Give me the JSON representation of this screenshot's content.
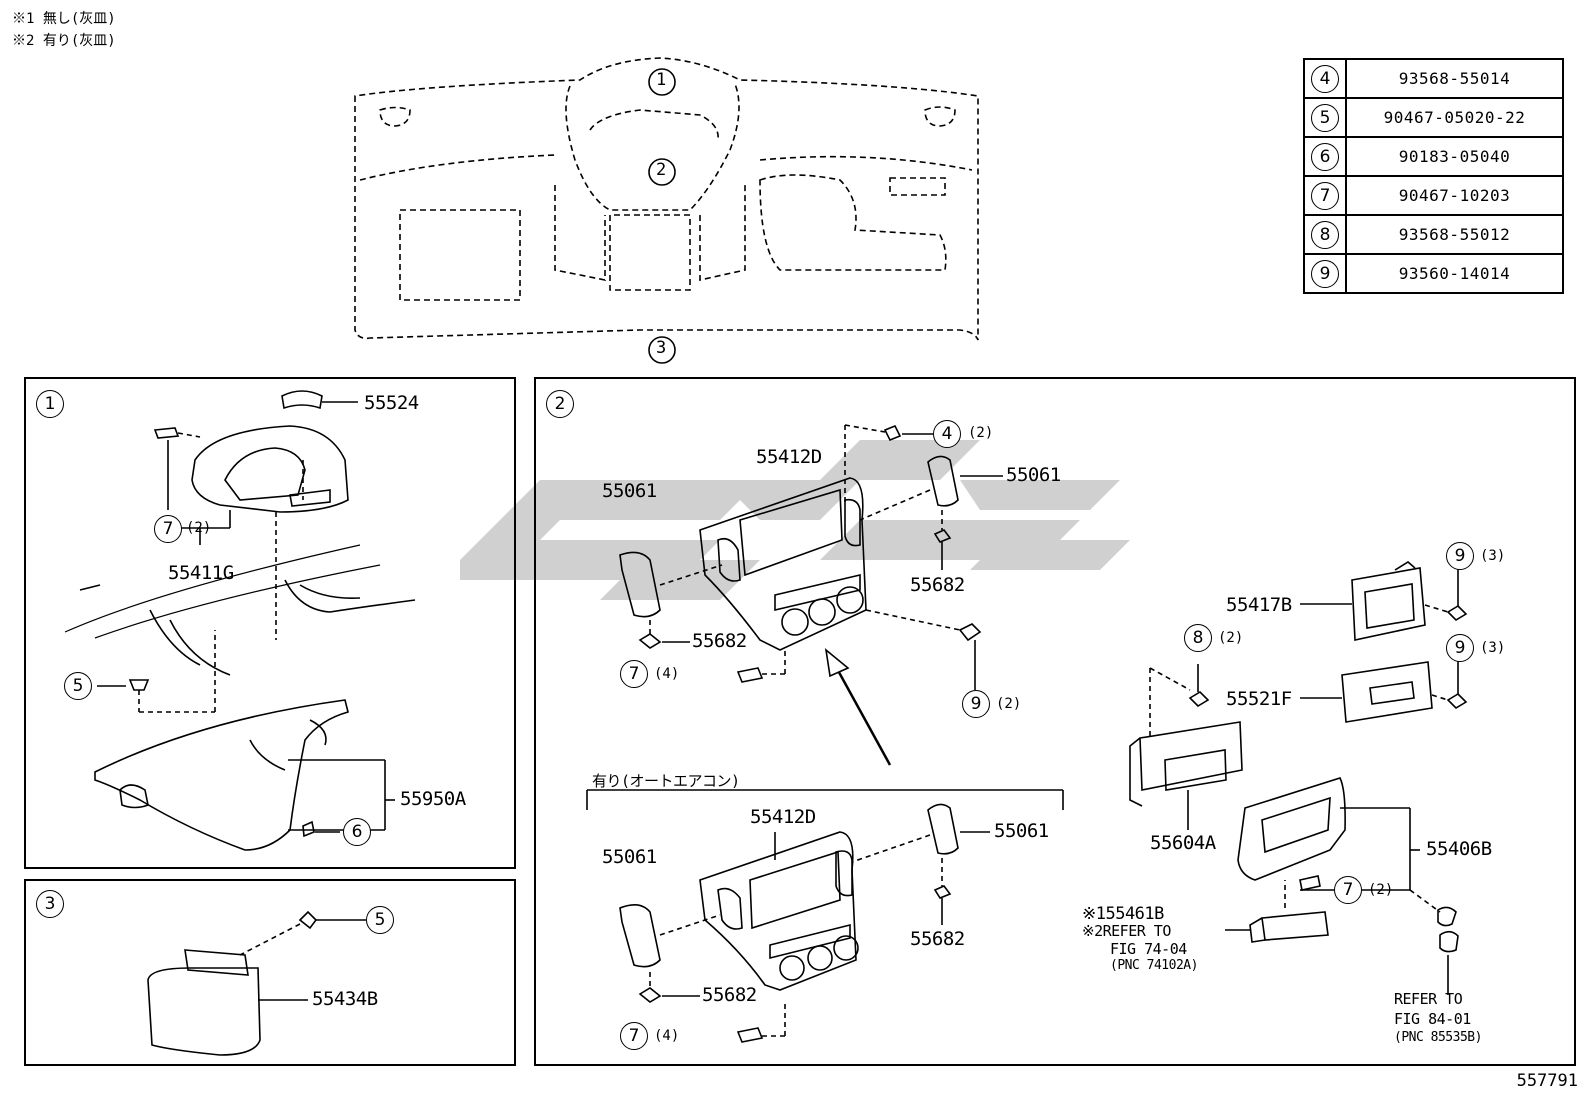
{
  "notes": [
    "※1 無し(灰皿)",
    "※2 有り(灰皿)"
  ],
  "parts_table": [
    {
      "ref": "4",
      "part": "93568-55014"
    },
    {
      "ref": "5",
      "part": "90467-05020-22"
    },
    {
      "ref": "6",
      "part": "90183-05040"
    },
    {
      "ref": "7",
      "part": "90467-10203"
    },
    {
      "ref": "8",
      "part": "93568-55012"
    },
    {
      "ref": "9",
      "part": "93560-14014"
    }
  ],
  "overview_callouts": {
    "c1": "1",
    "c2": "2",
    "c3": "3"
  },
  "panel1": {
    "index": "1",
    "p55524": "55524",
    "p7": "7",
    "p7_qty": "(2)",
    "p55411G": "55411G",
    "p5": "5",
    "p55950A": "55950A",
    "p6": "6"
  },
  "panel3": {
    "index": "3",
    "p5": "5",
    "p55434B": "55434B"
  },
  "panel2": {
    "index": "2",
    "p4": "4",
    "p4_qty": "(2)",
    "p55412D": "55412D",
    "p55061_left": "55061",
    "p55061_right": "55061",
    "p55682_right": "55682",
    "p55682_left": "55682",
    "p7": "7",
    "p7_qty": "(4)",
    "p9": "9",
    "p9_qty": "(2)",
    "auto_ac_label": "有り(オートエアコン)",
    "lower": {
      "p55412D": "55412D",
      "p55061_left": "55061",
      "p55061_right": "55061",
      "p55682_right": "55682",
      "p55682_left": "55682",
      "p7": "7",
      "p7_qty": "(4)"
    },
    "audio": {
      "p9a": "9",
      "p9a_qty": "(3)",
      "p55417B": "55417B",
      "p8": "8",
      "p8_qty": "(2)",
      "p9b": "9",
      "p9b_qty": "(3)",
      "p55521F": "55521F",
      "p55604A": "55604A",
      "p55406B": "55406B",
      "p7": "7",
      "p7_qty": "(2)",
      "ref1_line1": "※155461B",
      "ref1_line2": "※2REFER TO",
      "ref1_line3": "FIG 74-04",
      "ref1_line4": "(PNC 74102A)",
      "ref2_line1": "REFER TO",
      "ref2_line2": "FIG 84-01",
      "ref2_line3": "(PNC 85535B)"
    }
  },
  "footer_id": "557791"
}
